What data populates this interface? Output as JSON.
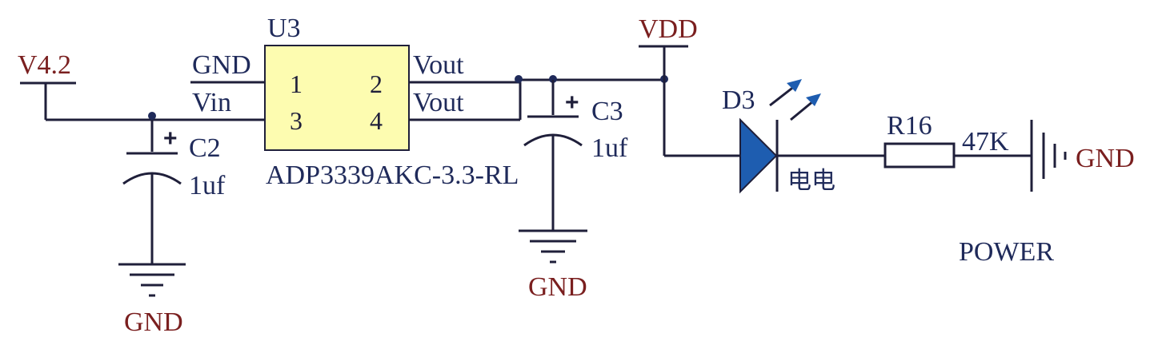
{
  "schematic": {
    "u3": {
      "designator": "U3",
      "part": "ADP3339AKC-3.3-RL",
      "pin1_num": "1",
      "pin2_num": "2",
      "pin3_num": "3",
      "pin4_num": "4",
      "pin1_name": "GND",
      "pin2_name": "Vout",
      "pin3_name": "Vin",
      "pin4_name": "Vout",
      "body_color": "#fdfcb0"
    },
    "c2": {
      "designator": "C2",
      "value": "1uf",
      "polarity": "+"
    },
    "c3": {
      "designator": "C3",
      "value": "1uf",
      "polarity": "+"
    },
    "d3": {
      "designator": "D3",
      "label": "电电",
      "fill_color": "#1e5db0"
    },
    "r16": {
      "designator": "R16",
      "value": "47K"
    },
    "nets": {
      "v42": "V4.2",
      "vdd": "VDD",
      "gnd_c2": "GND",
      "gnd_c3": "GND",
      "gnd_r16": "GND"
    },
    "power_label": "POWER",
    "colors": {
      "net_label": "#7a1f1f",
      "text": "#1f2a5a",
      "wire": "#1f1f3a"
    }
  }
}
